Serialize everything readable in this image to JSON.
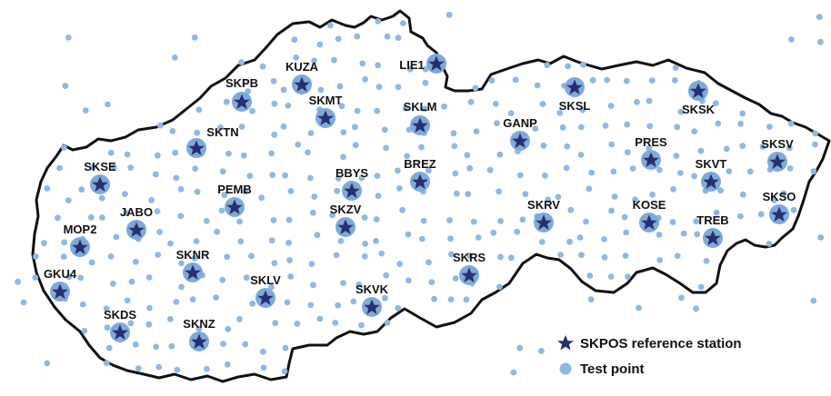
{
  "colors": {
    "border": "#111111",
    "test_point": "#8fb8e3",
    "station_halo": "#7fa9da",
    "station_star": "#27306e"
  },
  "legend": {
    "station_label": "SKPOS reference station",
    "test_point_label": "Test point"
  },
  "stations": [
    {
      "id": "KUZA"
    },
    {
      "id": "LIE1"
    },
    {
      "id": "SKPB"
    },
    {
      "id": "SKMT"
    },
    {
      "id": "SKLM"
    },
    {
      "id": "SKSL"
    },
    {
      "id": "SKSK"
    },
    {
      "id": "GANP"
    },
    {
      "id": "SKTN"
    },
    {
      "id": "PRES"
    },
    {
      "id": "SKSV"
    },
    {
      "id": "SKVT"
    },
    {
      "id": "SKSE"
    },
    {
      "id": "BBYS"
    },
    {
      "id": "BREZ"
    },
    {
      "id": "PEMB"
    },
    {
      "id": "SKSO"
    },
    {
      "id": "JABO"
    },
    {
      "id": "SKZV"
    },
    {
      "id": "SKRV"
    },
    {
      "id": "KOSE"
    },
    {
      "id": "TREB"
    },
    {
      "id": "MOP2"
    },
    {
      "id": "SKRS"
    },
    {
      "id": "SKNR"
    },
    {
      "id": "GKU4"
    },
    {
      "id": "SKLV"
    },
    {
      "id": "SKVK"
    },
    {
      "id": "SKDS"
    },
    {
      "id": "SKNZ"
    }
  ]
}
